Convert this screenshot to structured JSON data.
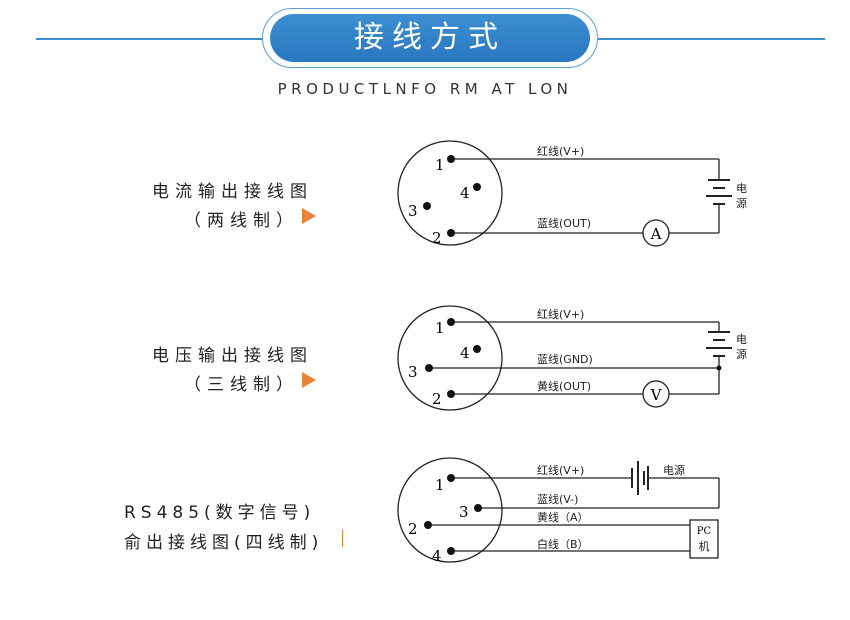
{
  "header": {
    "title": "接线方式",
    "subtitle": "PRODUCTLNFO RM AT LON"
  },
  "sections": [
    {
      "label_line1": "电流输出接线图",
      "label_line2": "（两线制）",
      "pins": [
        "1",
        "2",
        "3",
        "4"
      ],
      "wires": [
        "红线(V+)",
        "蓝线(OUT)"
      ],
      "meter": "A",
      "power": [
        "电",
        "源"
      ]
    },
    {
      "label_line1": "电压输出接线图",
      "label_line2": "（三线制）",
      "pins": [
        "1",
        "2",
        "3",
        "4"
      ],
      "wires": [
        "红线(V+)",
        "蓝线(GND)",
        "黄线(OUT)"
      ],
      "meter": "V",
      "power": [
        "电",
        "源"
      ]
    },
    {
      "label_line1": "RS485(数字信号)",
      "label_line2": "俞出接线图(四线制)",
      "pins": [
        "1",
        "2",
        "3",
        "4"
      ],
      "wires": [
        "红线(V+)",
        "蓝线(V-)",
        "黄线（A）",
        "白线（B）"
      ],
      "power": "电源",
      "pc": [
        "PC",
        "机"
      ]
    }
  ],
  "colors": {
    "accent": "#3d8ed2",
    "arrow": "#e8833a"
  }
}
